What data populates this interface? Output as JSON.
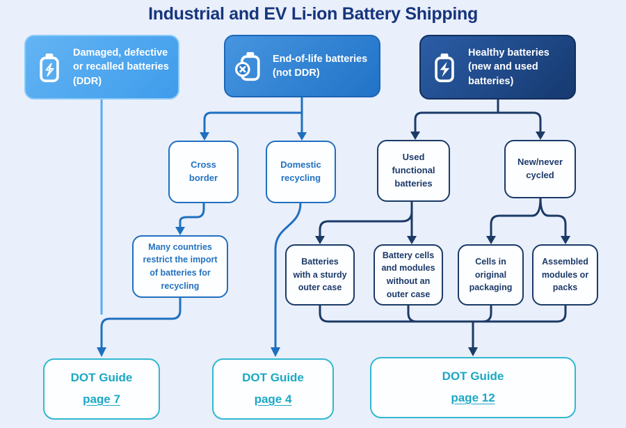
{
  "title": "Industrial and EV Li-ion Battery Shipping",
  "headers": {
    "ddr": {
      "label": "Damaged, defective or recalled batteries (DDR)",
      "icon": "battery-charge-outline-icon"
    },
    "eol": {
      "label": "End-of-life batteries (not DDR)",
      "icon": "battery-x-icon"
    },
    "healthy": {
      "label": "Healthy batteries (new and used batteries)",
      "icon": "battery-bolt-icon"
    }
  },
  "nodes": {
    "cross_border": {
      "label": "Cross border"
    },
    "domestic_recycling": {
      "label": "Domestic recycling"
    },
    "used_functional": {
      "label": "Used functional batteries"
    },
    "new_never": {
      "label": "New/never cycled"
    },
    "many_countries": {
      "label": "Many countries restrict the import of batteries for recycling"
    },
    "sturdy_case": {
      "label": "Batteries with a sturdy outer case"
    },
    "no_outer_case": {
      "label": "Battery cells and modules without an outer case"
    },
    "cells_packaging": {
      "label": "Cells in original packaging"
    },
    "assembled_packs": {
      "label": "Assembled modules or packs"
    }
  },
  "guides": {
    "ddr": {
      "title": "DOT Guide",
      "page": "page 7"
    },
    "eol": {
      "title": "DOT Guide",
      "page": "page 4"
    },
    "healthy": {
      "title": "DOT Guide",
      "page": "page 12"
    }
  },
  "colors": {
    "background": "#e9effb",
    "title_navy": "#17357d",
    "branch_ddr_fill": "#4aa4ee",
    "branch_eol_fill": "#2a7ccd",
    "branch_healthy_fill": "#1d4684",
    "mid_blue_line": "#1f6fbf",
    "navy_line": "#1b3a66",
    "light_blue_line": "#58abf1",
    "teal_guide": "#31b7d0",
    "teal_text": "#1ba8c5"
  }
}
